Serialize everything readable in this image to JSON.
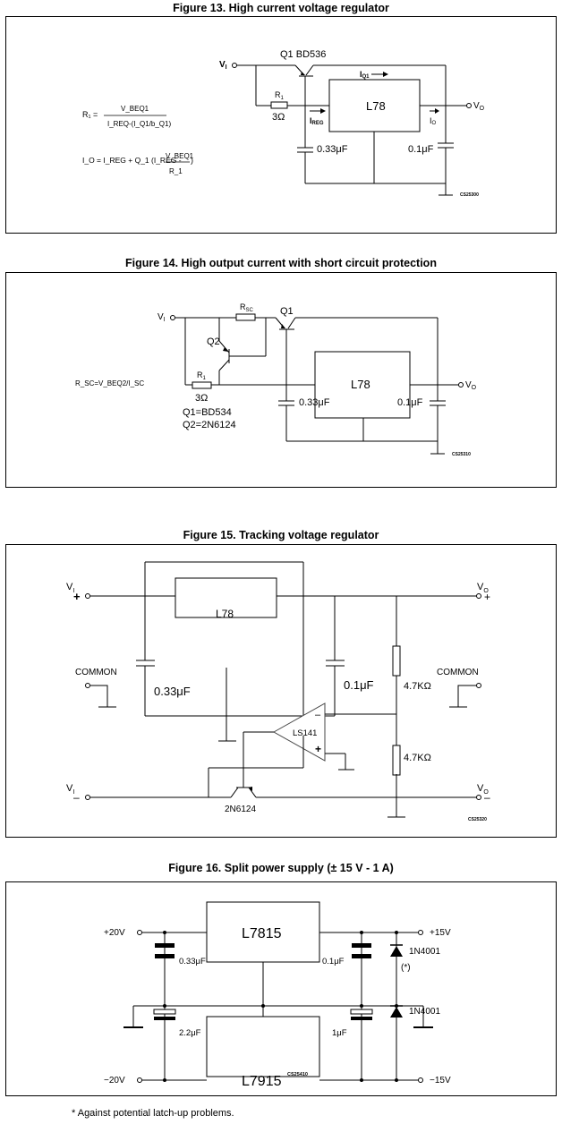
{
  "figures": [
    {
      "title": "Figure 13. High current voltage regulator",
      "labels": {
        "vi": "V",
        "vi_sub": "I",
        "vo": "V",
        "vo_sub": "O",
        "q1": "Q1  BD536",
        "r1": "R",
        "r1_sub": "1",
        "r1_value": "3Ω",
        "regulator": "L78",
        "iq1": "I",
        "iq1_sub": "Q1",
        "ireg": "I",
        "ireg_sub": "REG",
        "io": "I",
        "io_sub": "O",
        "c_in": "0.33μF",
        "c_out": "0.1μF",
        "code": "CS25300"
      },
      "formulas": {
        "r1_lhs": "R₁ =",
        "r1_num": "V_BEQ1",
        "r1_den": "I_REQ-(I_Q1/b_Q1)",
        "io_lhs": "I_O = I_REG + Q_1 (I_REG -",
        "io_num": "V_BEQ1",
        "io_den": "R_1",
        "io_tail": ")"
      }
    },
    {
      "title": "Figure 14. High output current with short circuit protection",
      "labels": {
        "vi": "V",
        "vi_sub": "I",
        "vo": "V",
        "vo_sub": "O",
        "rsc": "R",
        "rsc_sub": "SC",
        "q1": "Q1",
        "q2": "Q2",
        "r1": "R",
        "r1_sub": "1",
        "r1_value": "3Ω",
        "regulator": "L78",
        "c_in": "0.33μF",
        "c_out": "0.1μF",
        "formula": "R_SC=V_BEQ2/I_SC",
        "q1_part": "Q1=BD534",
        "q2_part": "Q2=2N6124",
        "code": "CS25310"
      }
    },
    {
      "title": "Figure 15. Tracking voltage regulator",
      "labels": {
        "vi_top": "V",
        "vi_top_sub": "I",
        "vi_top_sign": "+",
        "vo_top": "V",
        "vo_top_sub": "O",
        "vo_top_sign": "+",
        "vi_bot": "V",
        "vi_bot_sub": "I",
        "vi_bot_sign": "–",
        "vo_bot": "V",
        "vo_bot_sub": "O",
        "vo_bot_sign": "–",
        "regulator": "L78",
        "c_in": "0.33μF",
        "c_out": "0.1μF",
        "r_top": "4.7KΩ",
        "r_bot": "4.7KΩ",
        "common_left": "COMMON",
        "common_right": "COMMON",
        "opamp": "LS141",
        "opamp_minus": "–",
        "opamp_plus": "+",
        "transistor": "2N6124",
        "code": "CS25320"
      }
    },
    {
      "title": "Figure 16. Split power supply (± 15 V - 1 A)",
      "labels": {
        "in_pos": "+20V",
        "in_neg": "−20V",
        "out_pos": "+15V",
        "out_neg": "−15V",
        "reg_pos": "L7815",
        "reg_neg": "L7915",
        "c1": "0.33μF",
        "c2": "2.2μF",
        "c3": "0.1μF",
        "c4": "1μF",
        "d1": "1N4001",
        "d2": "1N4001",
        "asterisk": "(*)",
        "code": "CS25410"
      }
    }
  ],
  "footnote": "* Against potential latch-up problems."
}
